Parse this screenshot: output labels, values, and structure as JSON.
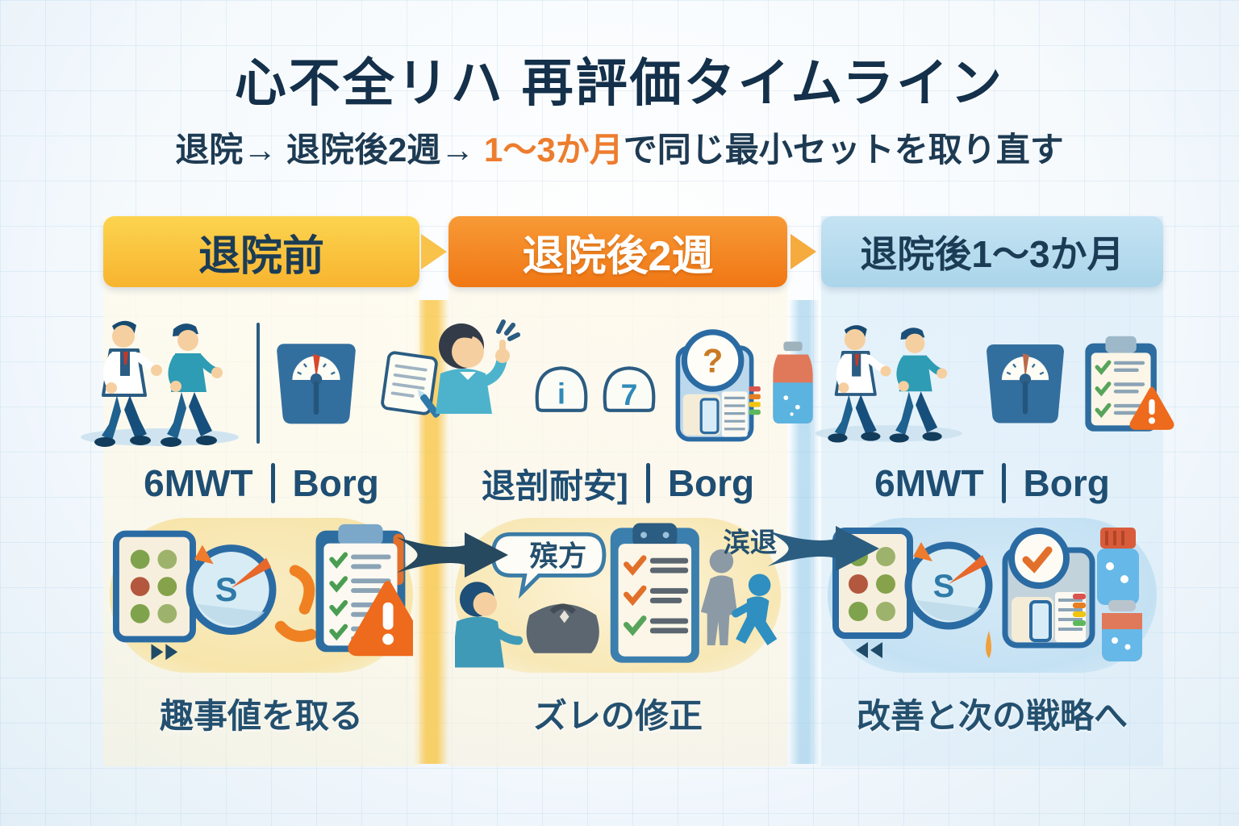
{
  "title": "心不全リハ 再評価タイムライン",
  "subtitle": {
    "part1": "退院→ 退院後2週→ ",
    "highlight": "1〜3か月",
    "part2": "で同じ最小セットを取り直す"
  },
  "columns": [
    {
      "header": "退院前",
      "measure_left": "6MWT",
      "measure_right": "Borg",
      "bottom_label": "趣事値を取る"
    },
    {
      "header": "退院後2週",
      "measure_left": "退剖耐安]",
      "measure_right": "Borg",
      "bottom_label": "ズレの修正",
      "speech_bubble": "殡方",
      "runner_label": "滨退",
      "dome_left": "i",
      "dome_right": "7"
    },
    {
      "header": "退院後1〜3か月",
      "measure_left": "6MWT",
      "measure_right": "Borg",
      "bottom_label": "改善と次の戦略へ"
    }
  ],
  "glyphs": {
    "question_mark": "?",
    "exclamation": "!",
    "clock_letter": "S"
  },
  "colors": {
    "navy_text": "#1c3a55",
    "accent_orange": "#ed7d2e",
    "yellow_header": "#f8bc33",
    "orange_header": "#f07714",
    "blue_header": "#b9dcef",
    "warning_orange": "#ee6a1c"
  }
}
